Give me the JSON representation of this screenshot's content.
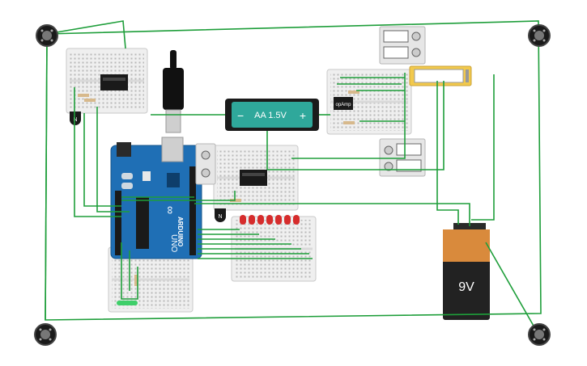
{
  "battery_aa": {
    "label": "AA 1.5V",
    "minus": "−",
    "plus": "+"
  },
  "battery_9v": {
    "label": "9V"
  },
  "arduino": {
    "logo": "∞",
    "brand": "ARDUINO",
    "model": "UNO"
  },
  "opamp": {
    "label": "opAmp"
  },
  "transistor": {
    "label": "N"
  },
  "colors": {
    "wire": "#1e9e3a",
    "arduino_blue": "#1f6fb5",
    "breadboard": "#f0f0f0",
    "led_red": "#d62c2c",
    "battery_aa_teal": "#2fa89b",
    "battery_9v_orange": "#d98a3c",
    "lcd_yellow": "#f2c94c"
  },
  "icons": [
    "speaker-icon",
    "usb-cable-icon",
    "power-jack-icon"
  ]
}
